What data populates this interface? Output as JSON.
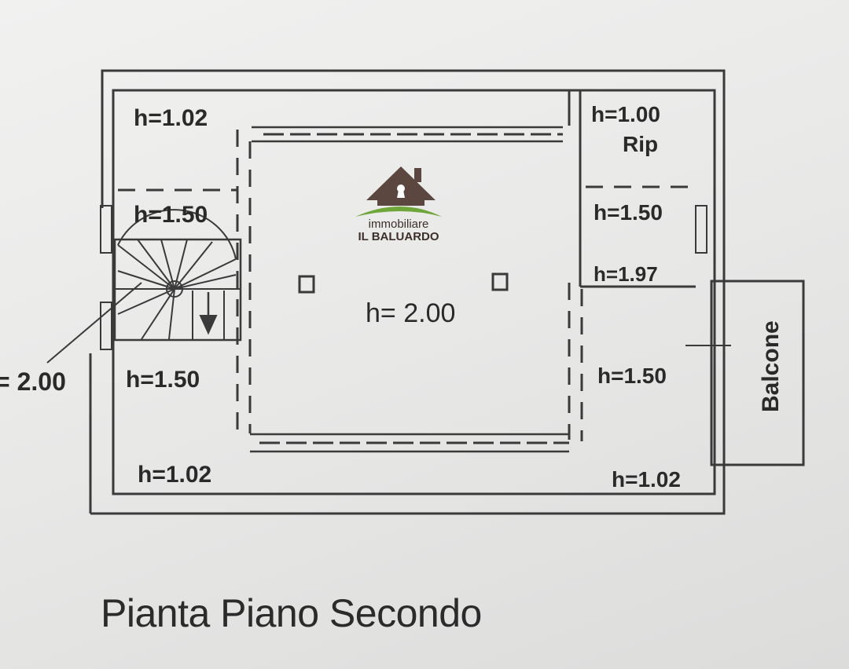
{
  "plan": {
    "caption": "Pianta Piano Secondo",
    "labels": {
      "top_left": "h=1.02",
      "top_right": "h=1.00",
      "rip": "Rip",
      "left_upper": "h=1.50",
      "right_upper": "h=1.50",
      "right_mid": "h=1.97",
      "center": "h= 2.00",
      "stair_pointer": "= 2.00",
      "left_lower": "h=1.50",
      "right_lower": "h=1.50",
      "bottom_left": "h=1.02",
      "bottom_right": "h=1.02",
      "balcone": "Balcone"
    }
  },
  "watermark": {
    "line1": "immobiliare",
    "line2": "IL BALUARDO",
    "colors": {
      "house": "#5b4640",
      "swoosh": "#6fa63a",
      "text": "#3d2f2a"
    }
  }
}
